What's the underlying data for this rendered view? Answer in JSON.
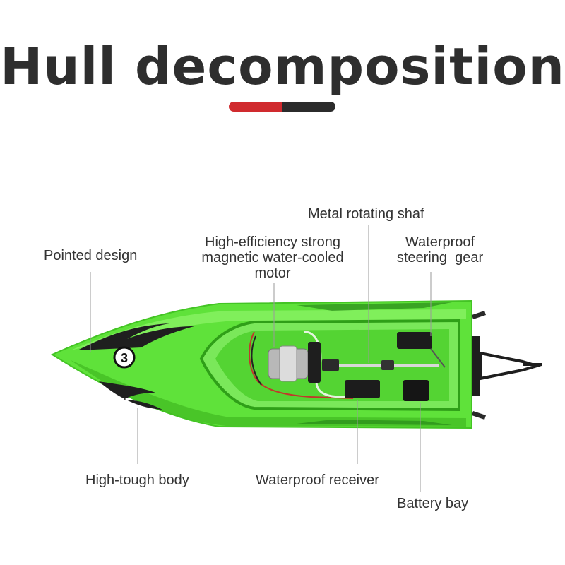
{
  "title": "Hull decomposition",
  "colors": {
    "accent_red": "#d02a2e",
    "accent_dark": "#2b2b2b",
    "hull_green": "#5fe23a",
    "hull_light": "#8ef56a",
    "hull_dark": "#3bb31d",
    "leader_line": "#9a9a9a"
  },
  "hull_badge_number": "3",
  "labels": {
    "pointed_design": "Pointed design",
    "motor_line1": "High-efficiency strong",
    "motor_line2": "magnetic water-cooled",
    "motor_line3": "motor",
    "metal_shaft": "Metal rotating shaf",
    "steering_line1": "Waterproof",
    "steering_line2": "steering  gear",
    "high_tough_body": "High-tough body",
    "waterproof_receiver": "Waterproof receiver",
    "battery_bay": "Battery bay"
  }
}
